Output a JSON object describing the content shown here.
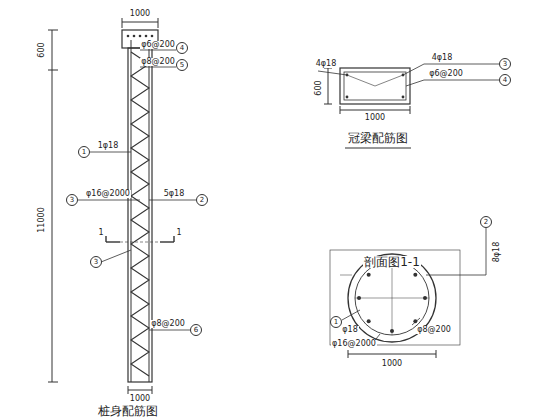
{
  "diagram": {
    "nodes": [
      {
        "text": [
          "4"
        ]
      },
      {
        "text": [
          "5"
        ]
      },
      {
        "text": [
          "1"
        ]
      },
      {
        "text": [
          "3"
        ]
      },
      {
        "text": [
          "2"
        ]
      },
      {
        "text": [
          "3"
        ]
      },
      {
        "text": [
          "6"
        ]
      },
      {
        "text": [
          "3"
        ]
      },
      {
        "text": [
          "4"
        ]
      },
      {
        "text": [
          "2"
        ]
      },
      {
        "text": [
          "1"
        ]
      }
    ],
    "labels": [
      "1000",
      "600",
      "11000",
      "φ6@200",
      "φ8@200",
      "1φ18",
      "φ16@2000",
      "5φ18",
      "1",
      "1",
      "φ8@200",
      "1000",
      "桩身配筋图",
      "600",
      "4φ18",
      "4φ18",
      "φ6@200",
      "1000",
      "冠梁配筋图",
      "8φ18",
      "φ18",
      "φ8@200",
      "φ16@2000",
      "1000",
      "剖面图1-1"
    ]
  }
}
